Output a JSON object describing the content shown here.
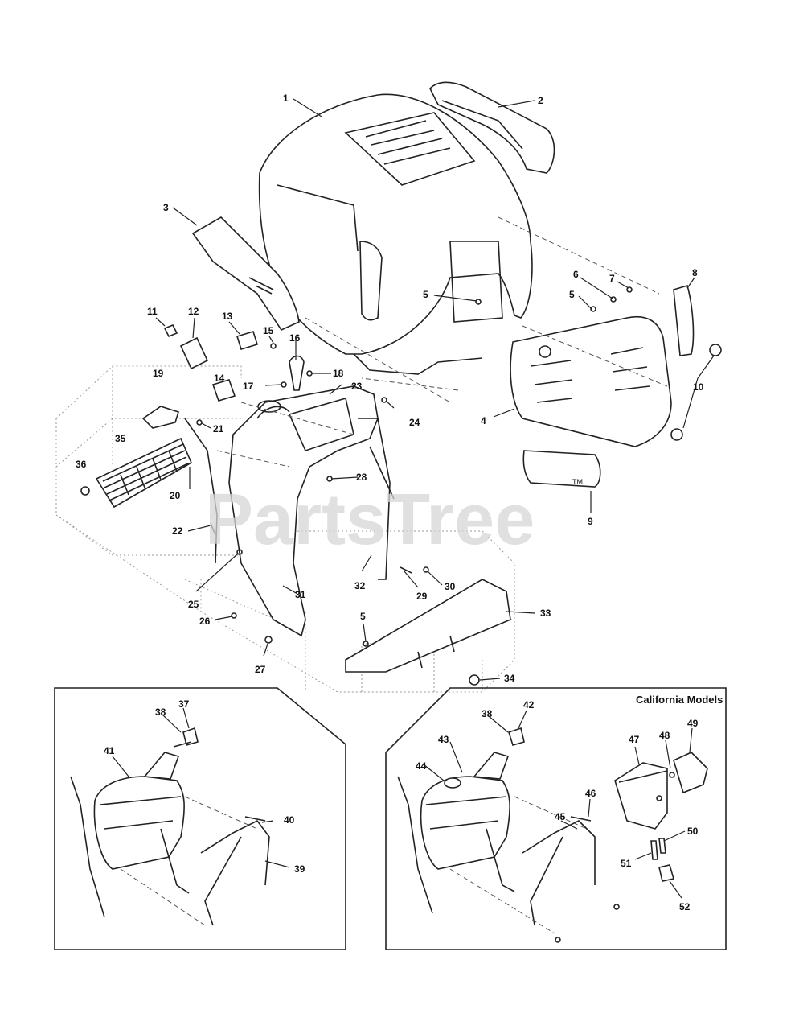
{
  "watermark": "PartsTree",
  "watermark_tm": "TM",
  "inset_right_title": "California Models",
  "callouts": [
    {
      "id": "c1",
      "label": "1"
    },
    {
      "id": "c2",
      "label": "2"
    },
    {
      "id": "c3",
      "label": "3"
    },
    {
      "id": "c4",
      "label": "4"
    },
    {
      "id": "c5a",
      "label": "5"
    },
    {
      "id": "c5b",
      "label": "5"
    },
    {
      "id": "c5c",
      "label": "5"
    },
    {
      "id": "c6",
      "label": "6"
    },
    {
      "id": "c7",
      "label": "7"
    },
    {
      "id": "c8",
      "label": "8"
    },
    {
      "id": "c9",
      "label": "9"
    },
    {
      "id": "c10",
      "label": "10"
    },
    {
      "id": "c11",
      "label": "11"
    },
    {
      "id": "c12",
      "label": "12"
    },
    {
      "id": "c13",
      "label": "13"
    },
    {
      "id": "c14",
      "label": "14"
    },
    {
      "id": "c15",
      "label": "15"
    },
    {
      "id": "c16",
      "label": "16"
    },
    {
      "id": "c17",
      "label": "17"
    },
    {
      "id": "c18",
      "label": "18"
    },
    {
      "id": "c19",
      "label": "19"
    },
    {
      "id": "c20",
      "label": "20"
    },
    {
      "id": "c21",
      "label": "21"
    },
    {
      "id": "c22",
      "label": "22"
    },
    {
      "id": "c23",
      "label": "23"
    },
    {
      "id": "c24",
      "label": "24"
    },
    {
      "id": "c25",
      "label": "25"
    },
    {
      "id": "c26",
      "label": "26"
    },
    {
      "id": "c27",
      "label": "27"
    },
    {
      "id": "c28",
      "label": "28"
    },
    {
      "id": "c29",
      "label": "29"
    },
    {
      "id": "c30",
      "label": "30"
    },
    {
      "id": "c31",
      "label": "31"
    },
    {
      "id": "c32",
      "label": "32"
    },
    {
      "id": "c33",
      "label": "33"
    },
    {
      "id": "c34",
      "label": "34"
    },
    {
      "id": "c35",
      "label": "35"
    },
    {
      "id": "c36",
      "label": "36"
    },
    {
      "id": "c37",
      "label": "37"
    },
    {
      "id": "c38a",
      "label": "38"
    },
    {
      "id": "c38b",
      "label": "38"
    },
    {
      "id": "c39",
      "label": "39"
    },
    {
      "id": "c40",
      "label": "40"
    },
    {
      "id": "c41",
      "label": "41"
    },
    {
      "id": "c42",
      "label": "42"
    },
    {
      "id": "c43",
      "label": "43"
    },
    {
      "id": "c44",
      "label": "44"
    },
    {
      "id": "c45",
      "label": "45"
    },
    {
      "id": "c46",
      "label": "46"
    },
    {
      "id": "c47",
      "label": "47"
    },
    {
      "id": "c48",
      "label": "48"
    },
    {
      "id": "c49",
      "label": "49"
    },
    {
      "id": "c50",
      "label": "50"
    },
    {
      "id": "c51",
      "label": "51"
    },
    {
      "id": "c52",
      "label": "52"
    }
  ]
}
